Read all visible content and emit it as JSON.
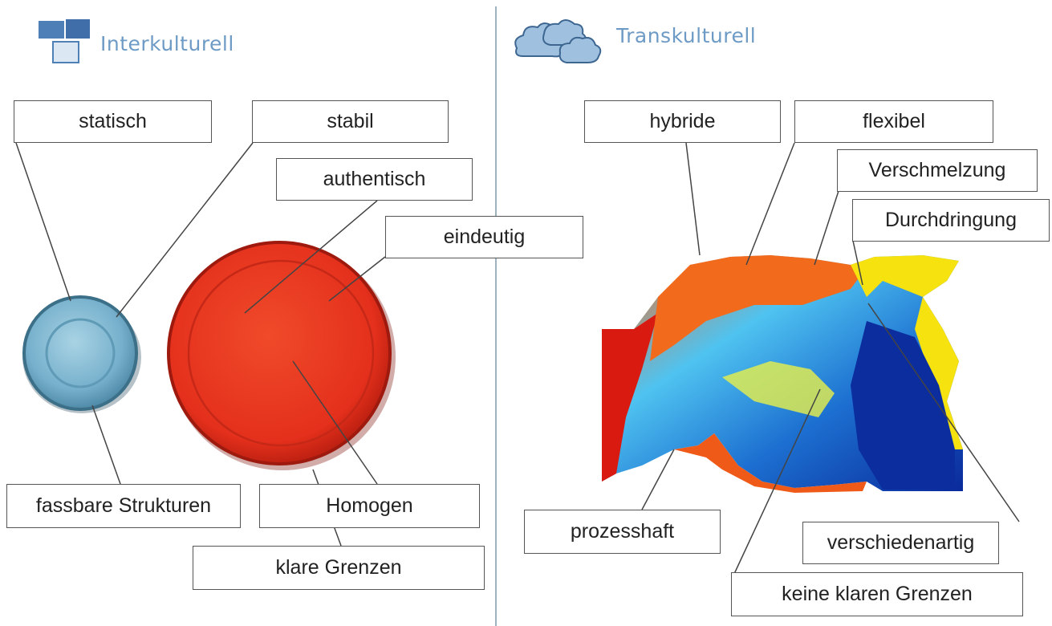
{
  "left": {
    "heading": "Interkulturell",
    "labels": {
      "statisch": "statisch",
      "stabil": "stabil",
      "authentisch": "authentisch",
      "eindeutig": "eindeutig",
      "fassbare": "fassbare Strukturen",
      "homogen": "Homogen",
      "klare": "klare Grenzen"
    }
  },
  "right": {
    "heading": "Transkulturell",
    "labels": {
      "hybride": "hybride",
      "flexibel": "flexibel",
      "verschmelzung": "Verschmelzung",
      "durchdringung": "Durchdringung",
      "prozesshaft": "prozesshaft",
      "verschiedenartig": "verschiedenartig",
      "keine": "keine klaren Grenzen"
    }
  },
  "colors": {
    "heading": "#6d9bc5",
    "blue_circle": "#7fb4cf",
    "red_circle": "#e8301f"
  }
}
